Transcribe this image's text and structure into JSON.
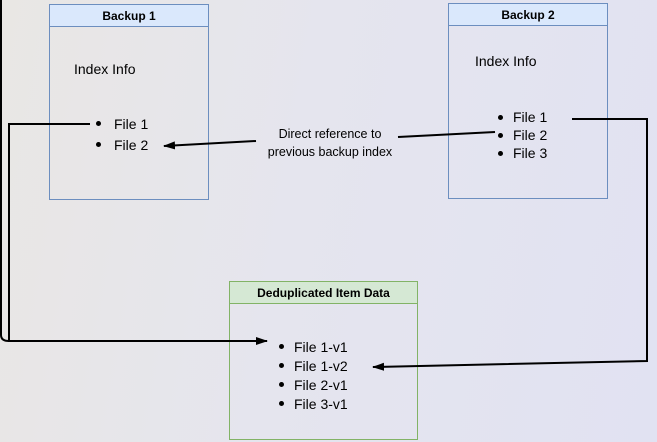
{
  "diagram": {
    "backup1": {
      "title": "Backup 1",
      "subtitle": "Index Info",
      "files": [
        "File 1",
        "File 2"
      ]
    },
    "backup2": {
      "title": "Backup 2",
      "subtitle": "Index Info",
      "files": [
        "File 1",
        "File 2",
        "File 3"
      ]
    },
    "dedup": {
      "title": "Deduplicated Item Data",
      "items": [
        "File 1-v1",
        "File 1-v2",
        "File 2-v1",
        "File 3-v1"
      ]
    },
    "annotation": {
      "line1": "Direct reference to",
      "line2": "previous backup index"
    },
    "colors": {
      "backup_header_fill": "#dae8fc",
      "backup_border": "#6c8ebf",
      "dedup_header_fill": "#d5e8d4",
      "dedup_border": "#82b366",
      "connector": "#000000",
      "background_left": "#e9e7e4",
      "background_right": "#e1e2f2"
    }
  }
}
